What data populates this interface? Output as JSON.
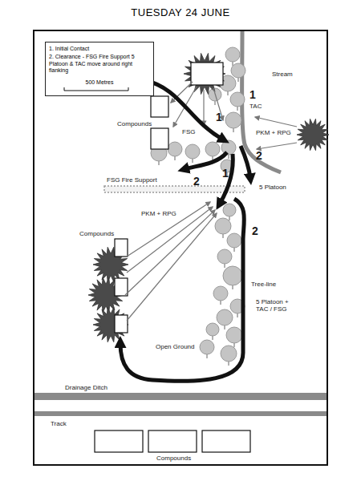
{
  "diagram": {
    "title": "TUESDAY 24 JUNE",
    "labels": [
      "Stream",
      "1",
      "TAC",
      "PKM + RPG",
      "Compounds",
      "FSG",
      "1",
      "1",
      "2",
      "FSG Fire Support",
      "2",
      "5 Platoon",
      "PKM + RPG",
      "Compounds",
      "2",
      "Tree-line",
      "5 Platoon + TAC / FSG",
      "Open Ground",
      "Drainage Ditch",
      "Track",
      "Compounds",
      "500 Metres"
    ],
    "legend": [
      {
        "text": "1. Initial Contact"
      },
      {
        "text": "2. Clearance - FSG Fire Support 5 Platoon & TAC move around right flanking"
      }
    ]
  }
}
